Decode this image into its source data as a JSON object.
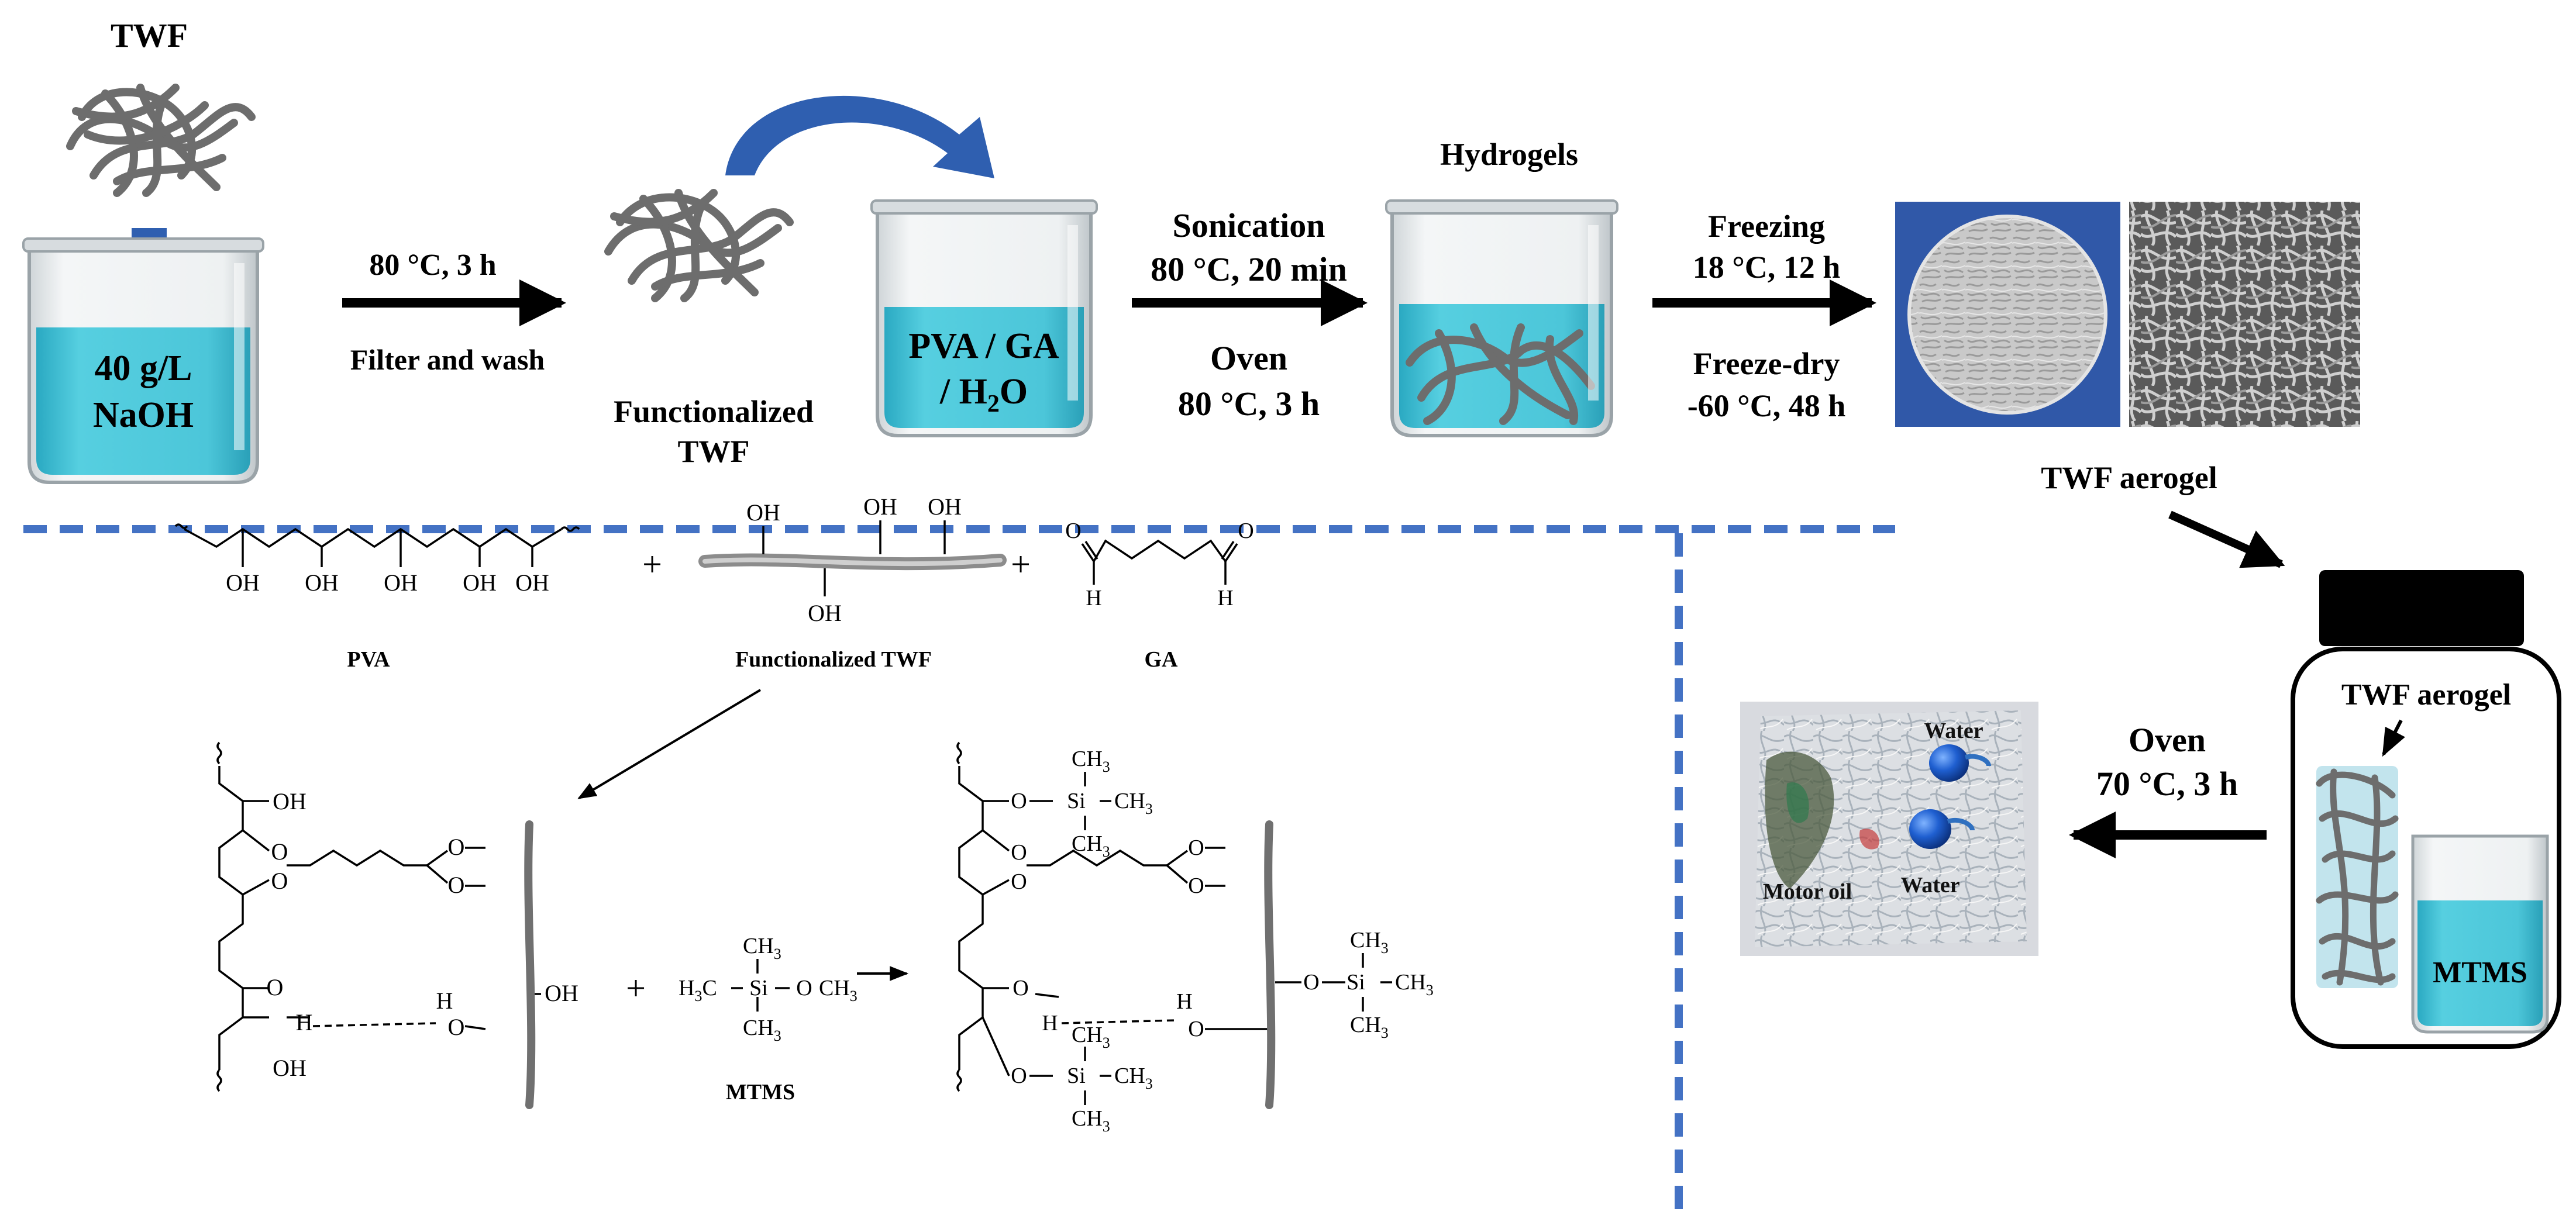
{
  "top": {
    "twf_label": "TWF",
    "beaker1_line1": "40 g/L",
    "beaker1_line2": "NaOH",
    "step1_top": "80 °C, 3 h",
    "step1_bottom": "Filter and wash",
    "func_line1": "Functionalized",
    "func_line2": "TWF",
    "beaker2_line1": "PVA / GA",
    "beaker2_line2_pre": "/ H",
    "beaker2_line2_sub": "2",
    "beaker2_line2_post": "O",
    "step2_line1": "Sonication",
    "step2_line2": "80 °C, 20 min",
    "step2_line3": "Oven",
    "step2_line4": "80 °C, 3 h",
    "hydrogels": "Hydrogels",
    "step3_line1": "Freezing",
    "step3_line2": "18 °C, 12 h",
    "step3_line3": "Freeze-dry",
    "step3_line4": "-60 °C, 48 h",
    "aerogel_label": "TWF aerogel"
  },
  "right": {
    "jar_label": "TWF aerogel",
    "mtms_label": "MTMS",
    "oven_line1": "Oven",
    "oven_line2": "70 °C, 3 h",
    "photo_water1": "Water",
    "photo_water2": "Water",
    "photo_oil": "Motor oil"
  },
  "reaction": {
    "plus": "+",
    "pva_label": "PVA",
    "twf_label": "Functionalized TWF",
    "ga_label": "GA",
    "mtms_label": "MTMS",
    "oh": "OH",
    "h": "H",
    "o": "O",
    "ch3": "CH",
    "sub3": "3",
    "si": "Si",
    "h3c": "H"
  },
  "colors": {
    "beaker_liquid": "#3fc1d6",
    "arrow_blue": "#2f5fb0",
    "dash_blue": "#4472c4",
    "fiber_gray": "#6d6d6d"
  }
}
